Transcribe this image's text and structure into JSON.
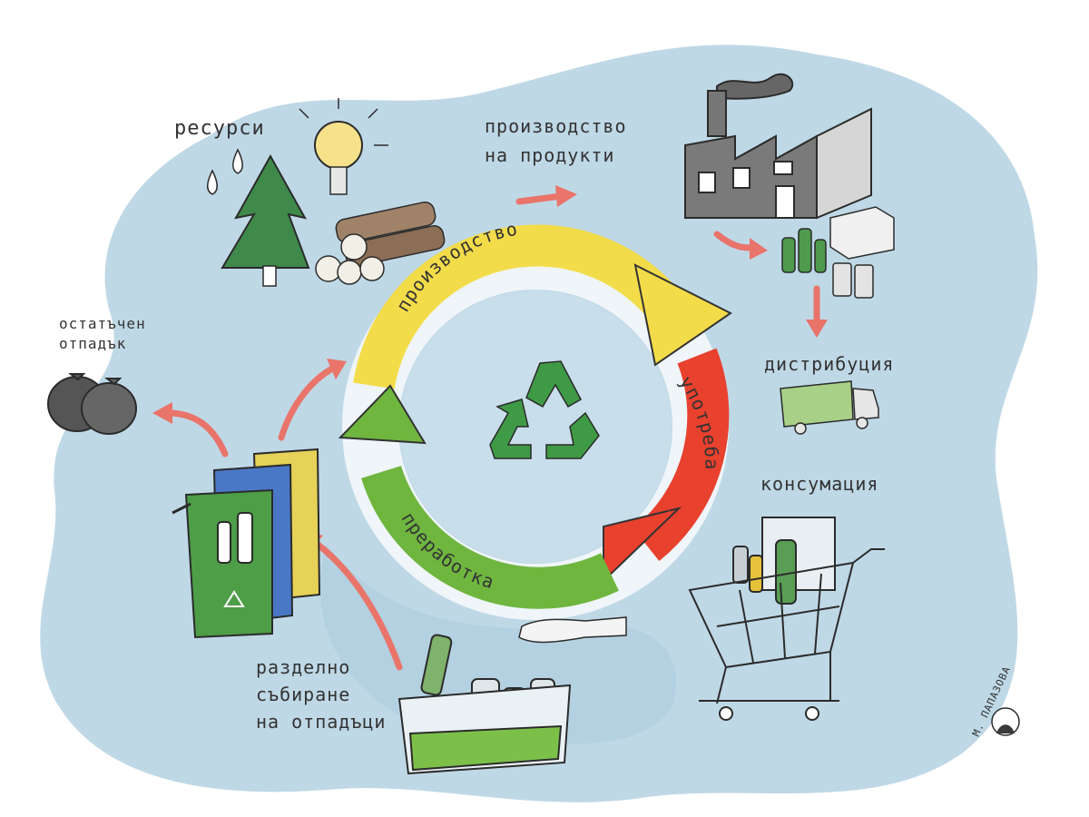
{
  "stage_labels": {
    "resources": "ресурси",
    "production_of_products": "производство\nна продукти",
    "distribution": "дистрибуция",
    "consumption": "консумация",
    "separate_collection": "разделно\nсъбиране\nна отпадъци",
    "residual_waste": "остатъчен\nотпадък"
  },
  "cycle_labels": {
    "production": "производство",
    "use": "употреба",
    "processing": "преработка"
  },
  "signature": "М. ПАПАЗОВА",
  "colors": {
    "background_blob": "#bfd8e6",
    "yellow_arrow": "#f3dc4a",
    "red_arrow": "#e8412e",
    "green_arrow": "#6fb63f",
    "recycle_symbol": "#3f9a45",
    "flow_arrow": "#e9746a",
    "bin_green": "#4e9d47",
    "bin_blue": "#4a78c6",
    "bin_yellow": "#e6d258"
  }
}
